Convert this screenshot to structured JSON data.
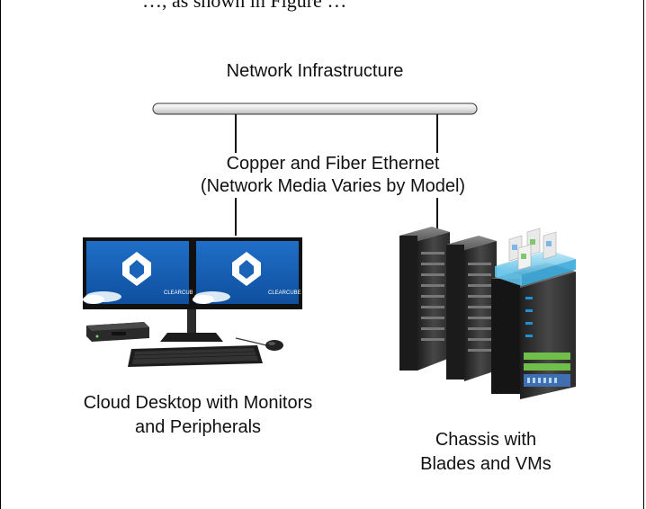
{
  "caption_fragment": "…, as shown in Figure …",
  "diagram": {
    "network": "Network Infrastructure",
    "media_line1": "Copper and Fiber Ethernet",
    "media_line2": "(Network Media Varies by Model)",
    "desktop_line1": "Cloud Desktop with Monitors",
    "desktop_line2": "and Peripherals",
    "chassis_line1": "Chassis with",
    "chassis_line2": "Blades and VMs",
    "monitor_brand": "CLEARCUBE"
  },
  "colors": {
    "pipe": "#e6e6e6",
    "monitor_screen": "#1a63b8",
    "rack": "#3a3a3a",
    "vm_accent": "#7fd3f0"
  }
}
